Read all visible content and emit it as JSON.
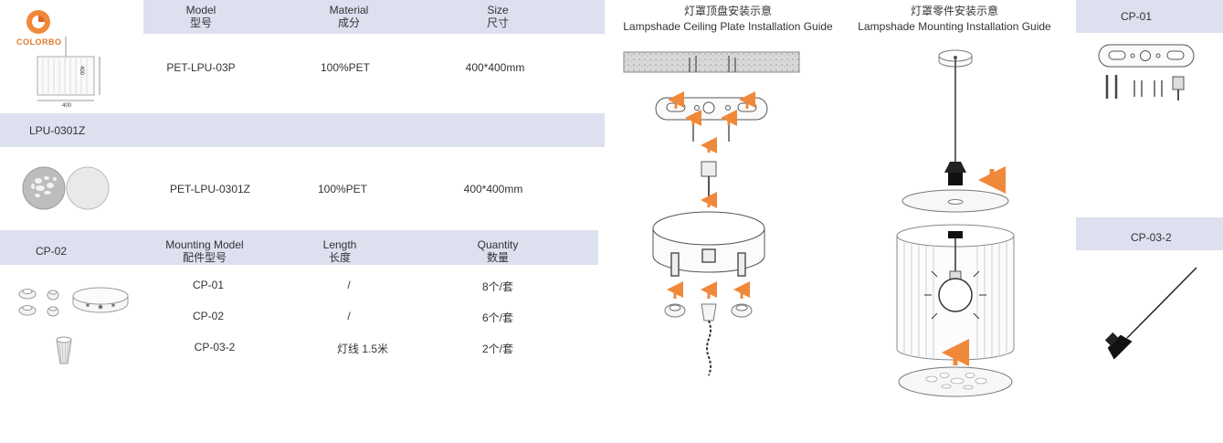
{
  "brand": {
    "logo_text": "COLORBO",
    "accent": "#f0883a"
  },
  "colors": {
    "band": "#dde0ef",
    "arrow": "#f0883a",
    "line": "#555555"
  },
  "table1": {
    "headers": [
      {
        "en": "Model",
        "zh": "型号"
      },
      {
        "en": "Material",
        "zh": "成分"
      },
      {
        "en": "Size",
        "zh": "尺寸"
      }
    ],
    "rows": [
      {
        "model": "PET-LPU-03P",
        "material": "100%PET",
        "size": "400*400mm",
        "dim_h": "400",
        "dim_w": "400"
      },
      {
        "model": "PET-LPU-0301Z",
        "material": "100%PET",
        "size": "400*400mm"
      }
    ],
    "section_label": "LPU-0301Z"
  },
  "table2": {
    "section_label": "CP-02",
    "headers": [
      {
        "en": "Mounting Model",
        "zh": "配件型号"
      },
      {
        "en": "Length",
        "zh": "长度"
      },
      {
        "en": "Quantity",
        "zh": "数量"
      }
    ],
    "rows": [
      {
        "model": "CP-01",
        "length": "/",
        "qty": "8个/套"
      },
      {
        "model": "CP-02",
        "length": "/",
        "qty": "6个/套"
      },
      {
        "model": "CP-03-2",
        "length": "灯线 1.5米",
        "qty": "2个/套"
      }
    ]
  },
  "guides": {
    "ceiling": {
      "zh": "灯罩顶盘安装示意",
      "en": "Lampshade Ceiling Plate Installation Guide"
    },
    "mounting": {
      "zh": "灯罩零件安装示意",
      "en": "Lampshade Mounting Installation Guide"
    }
  },
  "parts": {
    "cp01": "CP-01",
    "cp032": "CP-03-2"
  }
}
